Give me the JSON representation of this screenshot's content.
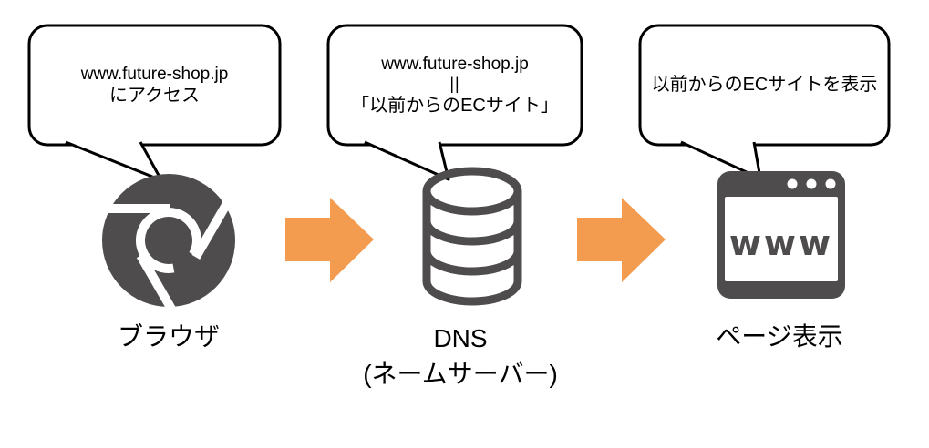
{
  "steps": [
    {
      "id": "browser",
      "bubble_lines": [
        "www.future-shop.jp",
        "にアクセス"
      ],
      "label_lines": [
        "ブラウザ"
      ]
    },
    {
      "id": "dns",
      "bubble_lines": [
        "www.future-shop.jp",
        "||",
        "「以前からのECサイト」"
      ],
      "label_lines": [
        "DNS",
        "(ネームサーバー)"
      ]
    },
    {
      "id": "page-display",
      "bubble_lines": [
        "以前からのECサイトを表示"
      ],
      "label_lines": [
        "ページ表示"
      ],
      "window_text": "www"
    }
  ],
  "colors": {
    "icon_gray": "#4e4c4d",
    "arrow_orange": "#f39b4f",
    "bubble_border": "#000000",
    "background": "#ffffff"
  }
}
